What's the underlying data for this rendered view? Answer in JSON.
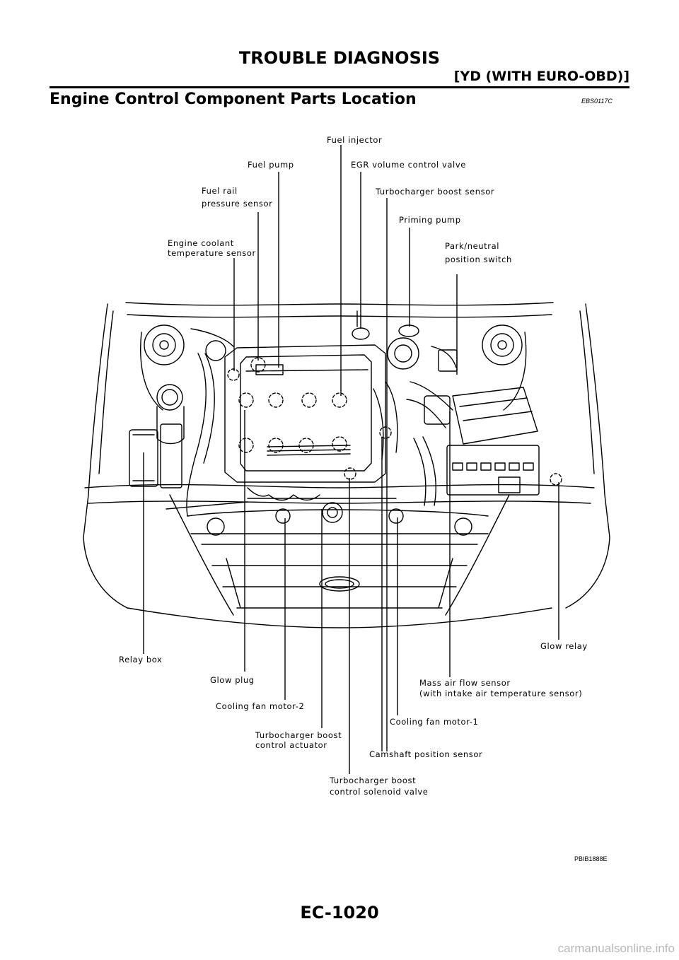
{
  "header": {
    "title": "TROUBLE DIAGNOSIS",
    "subtitle": "[YD (WITH EURO-OBD)]"
  },
  "section": {
    "title": "Engine Control Component Parts Location",
    "code": "EBS0117C"
  },
  "labels": {
    "fuel_injector": "Fuel injector",
    "fuel_pump": "Fuel pump",
    "egr_valve": "EGR volume control valve",
    "fuel_rail_1": "Fuel rail",
    "fuel_rail_2": "pressure sensor",
    "turbo_boost_sensor": "Turbocharger boost sensor",
    "priming_pump": "Priming pump",
    "engine_coolant_1": "Engine coolant",
    "engine_coolant_2": "temperature sensor",
    "park_neutral_1": "Park/neutral",
    "park_neutral_2": "position switch",
    "glow_relay": "Glow relay",
    "relay_box": "Relay box",
    "glow_plug": "Glow plug",
    "maf_1": "Mass air flow sensor",
    "maf_2": "(with intake air temperature sensor)",
    "cooling_fan_2": "Cooling fan motor-2",
    "cooling_fan_1": "Cooling fan motor-1",
    "turbo_actuator_1": "Turbocharger boost",
    "turbo_actuator_2": "control actuator",
    "camshaft": "Camshaft position sensor",
    "turbo_solenoid_1": "Turbocharger boost",
    "turbo_solenoid_2": "control solenoid valve"
  },
  "figure_code": "PBIB1888E",
  "page_number": "EC-1020",
  "watermark": "carmanualsonline.info"
}
